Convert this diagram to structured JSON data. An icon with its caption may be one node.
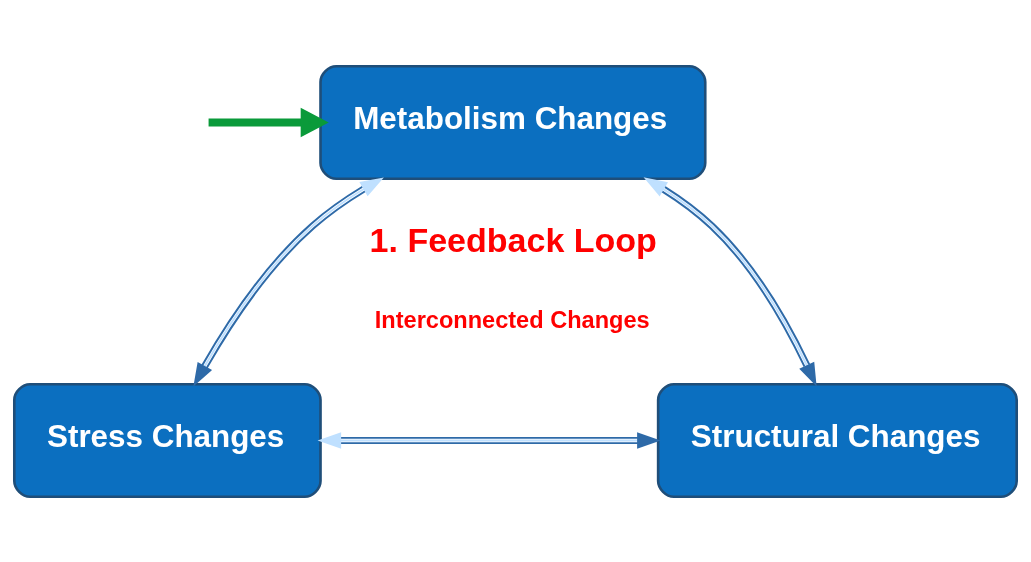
{
  "diagram": {
    "nodes": [
      {
        "text": [
          "Metabolism Changes"
        ]
      },
      {
        "text": [
          "Stress Changes"
        ]
      },
      {
        "text": [
          "Structural Changes"
        ]
      }
    ],
    "edges": [
      {
        "from": 0,
        "to": 1,
        "arrow": "both"
      },
      {
        "from": 0,
        "to": 2,
        "arrow": "both"
      },
      {
        "from": 1,
        "to": 2,
        "arrow": "both"
      },
      {
        "from": null,
        "to": 0,
        "arrow": "to",
        "style": "thick",
        "color": "#0a9a3a"
      }
    ],
    "labels": [
      "1. Feedback Loop",
      "Interconnected Changes"
    ]
  }
}
